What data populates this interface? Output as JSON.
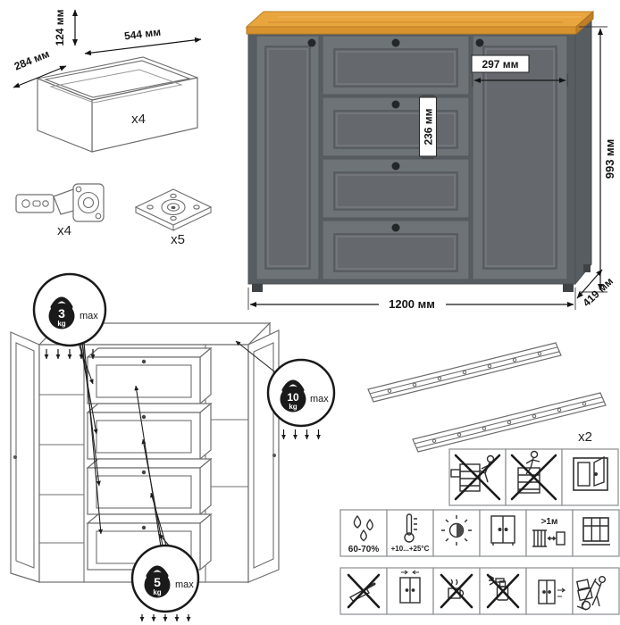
{
  "colors": {
    "body_gray": "#6d7377",
    "side_gray": "#585d61",
    "panel_gray": "#65696d",
    "wood_top": "#e9a53e",
    "wood_edge": "#d8932f",
    "line_art": "#6f6f6f",
    "dimension_black": "#141414"
  },
  "drawer_box": {
    "count_label": "x4",
    "height": "124 мм",
    "width": "544 мм",
    "depth": "284 мм"
  },
  "hinge": {
    "count_label": "x4"
  },
  "mount_plate": {
    "count_label": "x5"
  },
  "commode": {
    "door_width": "297 мм",
    "drawer_front_height": "236 мм",
    "height": "993 мм",
    "width": "1200 мм",
    "depth": "419 мм"
  },
  "load_limits": {
    "shelf": {
      "value": "3",
      "unit": "kg",
      "max_label": "max"
    },
    "top": {
      "value": "10",
      "unit": "kg",
      "max_label": "max"
    },
    "drawer": {
      "value": "5",
      "unit": "kg",
      "max_label": "max"
    }
  },
  "slides": {
    "count_label": "x2"
  },
  "care": {
    "humidity": "60-70%",
    "temperature": "+10...+25°С",
    "min_distance": ">1м"
  }
}
